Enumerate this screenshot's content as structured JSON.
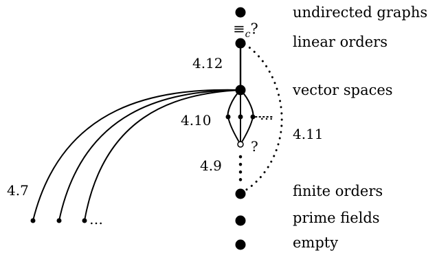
{
  "nodes": {
    "undirected_graphs": "undirected graphs",
    "linear_orders": "linear orders",
    "vector_spaces": "vector spaces",
    "finite_orders": "finite orders",
    "prime_fields": "prime fields",
    "empty": "empty"
  },
  "annotations": {
    "equiv_c": "≡",
    "equiv_sub": "c",
    "question_top": "?",
    "question_mid": "?",
    "n_4_12": "4.12",
    "n_4_10": "4.10",
    "n_4_11": "4.11",
    "n_4_9": "4.9",
    "n_4_7": "4.7",
    "ellipsis_right": "…",
    "ellipsis_bottom": "…"
  }
}
